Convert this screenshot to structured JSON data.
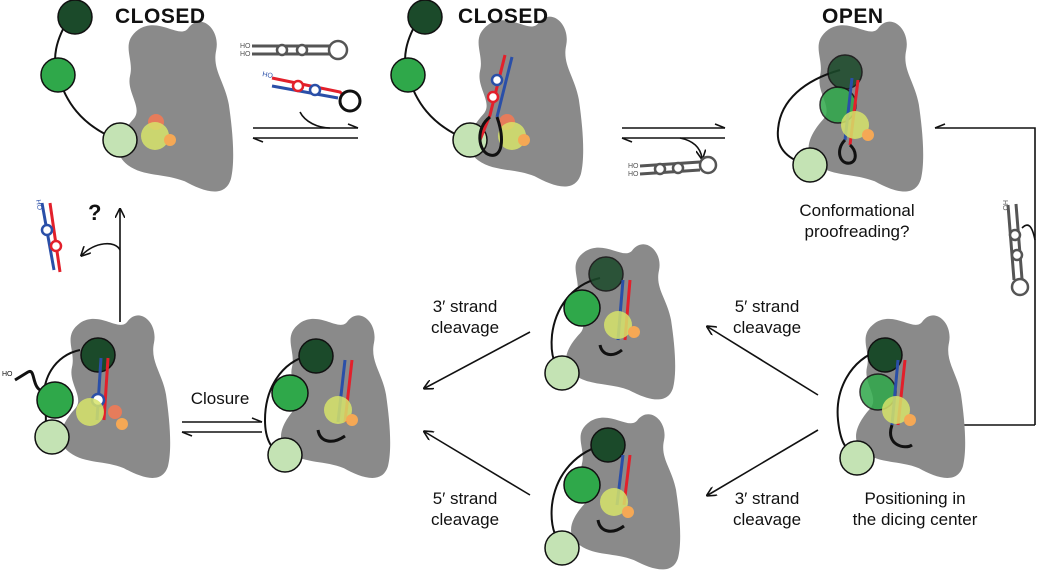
{
  "states": {
    "closed_1": "CLOSED",
    "closed_2": "CLOSED",
    "open": "OPEN"
  },
  "labels": {
    "conformational_line1": "Conformational",
    "conformational_line2": "proofreading?",
    "question_mark": "?",
    "closure": "Closure",
    "three_prime_upper_line1": "3′ strand",
    "three_prime_upper_line2": "cleavage",
    "five_prime_upper_line1": "5′ strand",
    "five_prime_upper_line2": "cleavage",
    "five_prime_lower_line1": "5′ strand",
    "five_prime_lower_line2": "cleavage",
    "three_prime_lower_line1": "3′ strand",
    "three_prime_lower_line2": "cleavage",
    "positioning_line1": "Positioning in",
    "positioning_line2": "the dicing center"
  },
  "rna_labels": {
    "ho_5": "HO",
    "ho_3": "HO"
  },
  "colors": {
    "dark_green": "#1b4a2a",
    "mid_green": "#2fa84a",
    "light_green": "#c4e3b4",
    "yellow_green": "#d6e36a",
    "orange": "#f5a855",
    "protein_gray": "#8a8a8a",
    "strand_red": "#e2202b",
    "strand_blue": "#2a4fa8"
  }
}
